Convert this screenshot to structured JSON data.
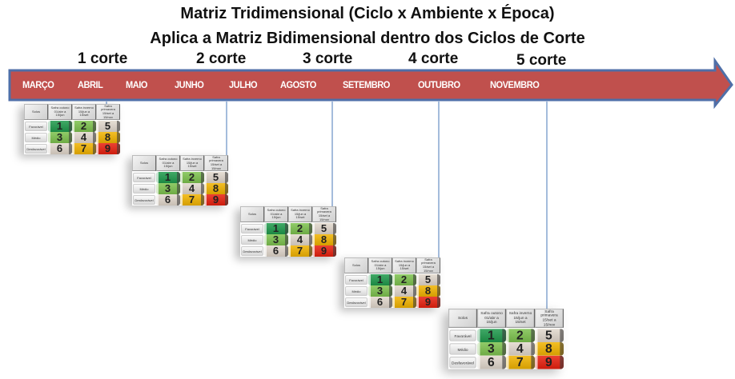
{
  "title_line1": "Matriz Tridimensional (Ciclo x Ambiente x Época)",
  "title_line2": "Aplica a Matriz Bidimensional dentro dos Ciclos de Corte",
  "cuts": [
    "1 corte",
    "2 corte",
    "3 corte",
    "4 corte",
    "5 corte"
  ],
  "months": [
    "MARÇO",
    "ABRIL",
    "MAIO",
    "JUNHO",
    "JULHO",
    "AGOSTO",
    "SETEMBRO",
    "OUTUBRO",
    "NOVEMBRO"
  ],
  "matrix": {
    "headers": [
      "Solos",
      "Safra outono 01/abr a 15/jun",
      "Safra inverno 15/jun a 15/set",
      "Safra primavera 15/set a 15/nov"
    ],
    "rows": [
      {
        "label": "Favorável",
        "values": [
          "1",
          "2",
          "5"
        ],
        "colors": [
          "#1f9a4c",
          "#7dc24e",
          "#e2d8cd"
        ]
      },
      {
        "label": "Médio",
        "values": [
          "3",
          "4",
          "8"
        ],
        "colors": [
          "#7dc24e",
          "#e2d8cd",
          "#f1b300"
        ]
      },
      {
        "label": "Desfavorável",
        "values": [
          "6",
          "7",
          "9"
        ],
        "colors": [
          "#e2d8cd",
          "#f1b300",
          "#e8200f"
        ]
      }
    ]
  },
  "colors": {
    "arrow_fill": "#c0504d",
    "arrow_border": "#4f6fa8",
    "connector": "#4a78b8"
  }
}
